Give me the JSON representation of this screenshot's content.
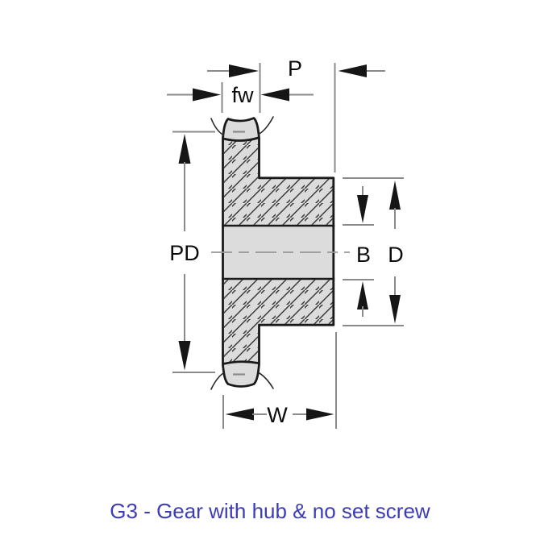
{
  "diagram": {
    "type": "gear-with-hub-cross-section",
    "labels": {
      "pitch": "P",
      "face_width": "fw",
      "pitch_diameter": "PD",
      "bore": "B",
      "hub_diameter": "D",
      "overall_width": "W"
    },
    "caption": {
      "text": "G3 - Gear with hub & no set screw",
      "color": "#3c3cb8"
    },
    "colors": {
      "part_fill": "#dcdcdc",
      "outline": "#1a1a1a",
      "hatch": "#3a3a3a",
      "dimension_lines": "#8a8a8a",
      "arrowheads": "#161616",
      "background": "#ffffff"
    }
  }
}
